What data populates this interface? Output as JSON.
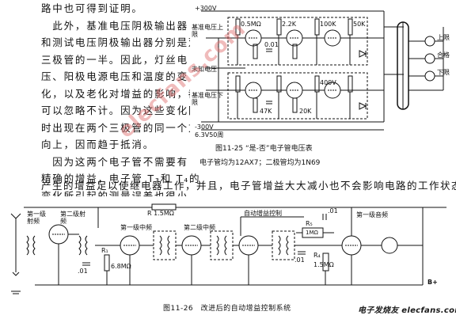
{
  "paragraph1": {
    "lines": [
      "路中也可得到证明。",
      "　此外，基准电压阴极输出器",
      "和测试电压阴极输出器分别是双",
      "三极管的一半。因此，灯丝电",
      "压、阳极电源电压和温度的变",
      "化，以及老化对增益的影响，都",
      "可以忽略不计。因为这些变化同",
      "时出现在两个三极管的同一个方",
      "向上，因而趋于抵消。",
      "　因为这两个电子管不需要有",
      "精确的增益，电子管 T₃和 T₄的",
      "变化所引起的测量误差也很小。"
    ]
  },
  "paragraph2": "产生的增益足以使继电器工作，并且，电子管增益大大减小也不会影响电路的工作状态。",
  "figure1": {
    "caption": "图11-25 “是-否”电子管电压表",
    "note": "电子管均为12AX7；二极管均为1N69",
    "labels": {
      "plus300": "+300V",
      "ref_upper": "基准电压上限",
      "test_voltage": "未知电压",
      "ref_lower": "基准电压下限",
      "minus300": "-300V",
      "heater": "6.3V50周",
      "upper_limit": "上限",
      "ok": "合格",
      "lower_limit": "下限",
      "r1": "0.5MΩ",
      "r2": "2.2K",
      "r3": "100K",
      "r4": "47K",
      "r5": "50K",
      "r6": "20K",
      "c1": "0.01",
      "c2": "400V"
    }
  },
  "figure2": {
    "caption": "图11-26　改进后的自动增益控制系统",
    "labels": {
      "rf1": "第一级射频",
      "rf2": "第二级射频",
      "r_top": "R 1.5MΩ",
      "if1": "第一级中频",
      "if2": "第二级中频",
      "agc": "自动增益控制",
      "af1": "第一级音频",
      "r1": "R₁",
      "r1v": "6.8MΩ",
      "c01a": ".01",
      "c01b": ".01",
      "c01c": ".01",
      "r5": "R₅",
      "r5v": "1MΩ",
      "r4": "R₄",
      "r4v": "1.5MΩ",
      "bplus": "B+"
    }
  },
  "watermark": "elecfans.com",
  "logo_text": "电子发烧友 elecfans.com"
}
